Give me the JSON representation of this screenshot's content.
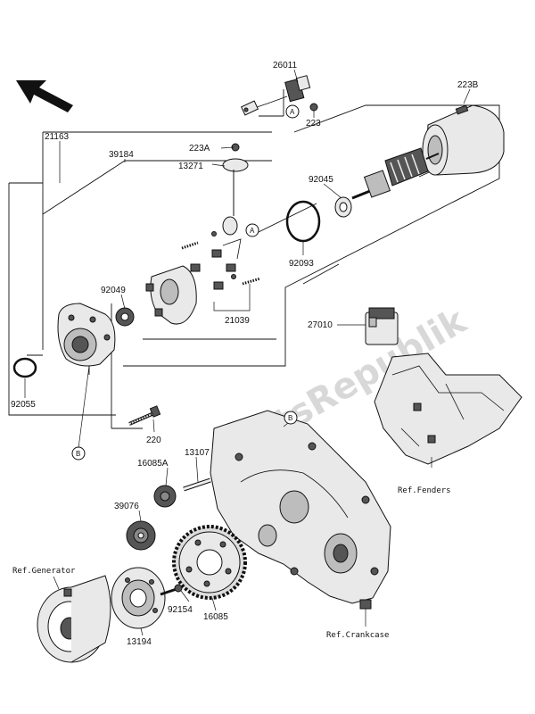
{
  "watermark": "PartsRepublik",
  "labels": {
    "p26011": "26011",
    "p223b": "223B",
    "p223": "223",
    "p21163": "21163",
    "p39184": "39184",
    "p223a": "223A",
    "p13271": "13271",
    "p92045": "92045",
    "p92093": "92093",
    "p92049": "92049",
    "p21039": "21039",
    "p27010": "27010",
    "p92055": "92055",
    "p220": "220",
    "p13107": "13107",
    "p16085a": "16085A",
    "p39076": "39076",
    "p92154": "92154",
    "p16085": "16085",
    "p13194": "13194"
  },
  "references": {
    "fenders": "Ref.Fenders",
    "generator": "Ref.Generator",
    "crankcase": "Ref.Crankcase"
  },
  "callouts": {
    "a": "A",
    "b": "B"
  },
  "colors": {
    "line": "#111111",
    "part_fill": "#e9e9e9",
    "dark_fill": "#555555",
    "watermark": "#d8d8d8"
  }
}
